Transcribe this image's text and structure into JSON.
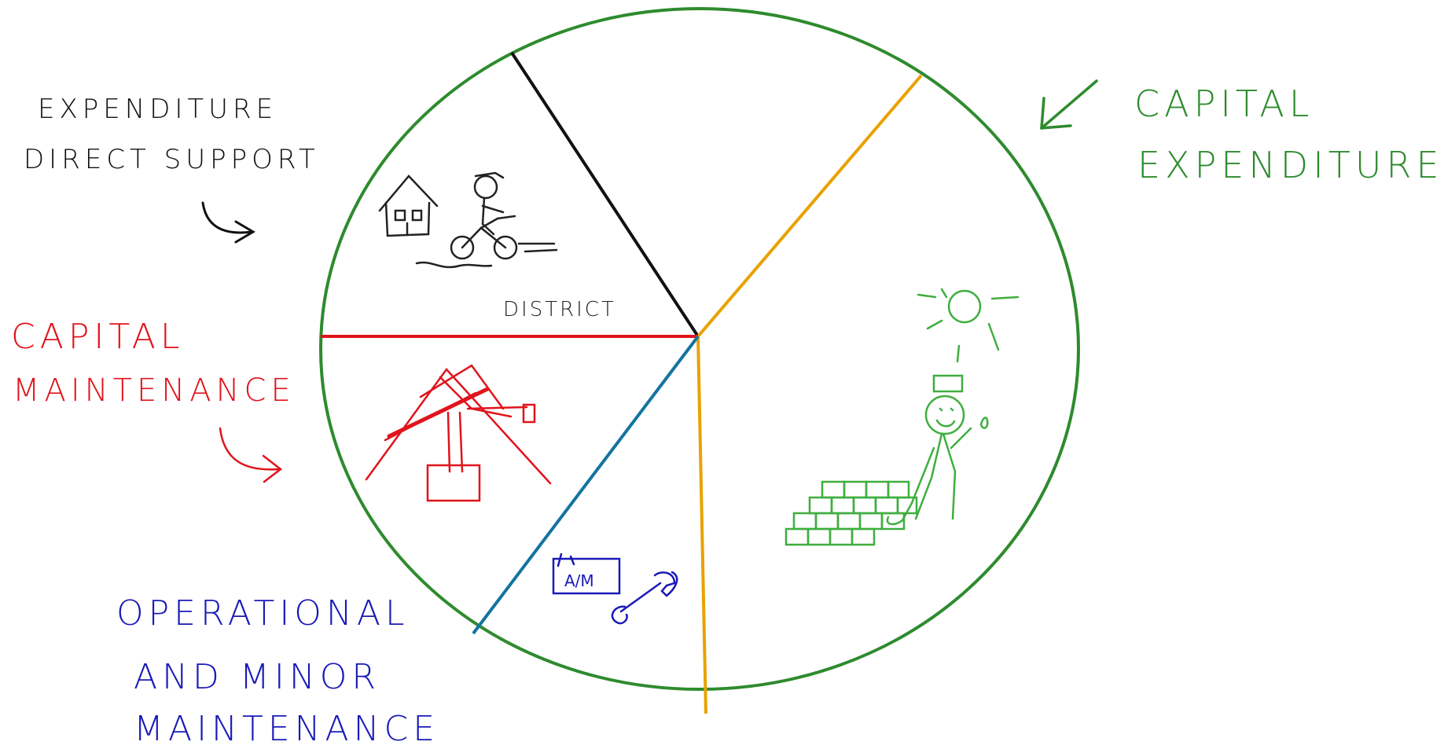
{
  "labels": {
    "direct_support_line1": "EXPENDITURE",
    "direct_support_line2": "DIRECT SUPPORT",
    "capital_expenditure_line1": "CAPITAL",
    "capital_expenditure_line2": "EXPENDITURE",
    "capital_maintenance_line1": "CAPITAL",
    "capital_maintenance_line2": "MAINTENANCE",
    "operational_line1": "OPERATIONAL",
    "operational_line2": "AND MINOR",
    "operational_line3": "MAINTENANCE",
    "district": "DISTRICT",
    "box_label": "A/M"
  },
  "colors": {
    "background": "#ffffff",
    "circle": "#2e8b2e",
    "direct_support": "#111111",
    "capital_expenditure": "#e8a200",
    "capital_maintenance": "#e0141c",
    "operational": "#1473a0",
    "operational_text": "#1a1ab8",
    "capital_expenditure_text": "#2e8b2e"
  }
}
